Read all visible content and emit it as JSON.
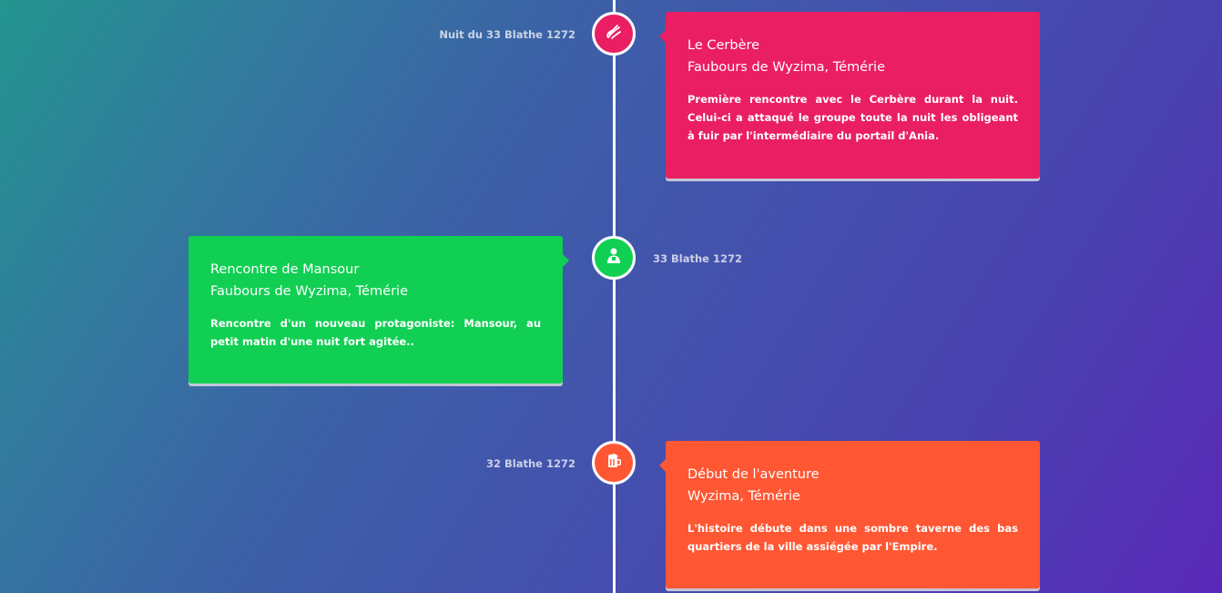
{
  "colors": {
    "pink": "#ea1e62",
    "green": "#11cf53",
    "orange": "#ff5733"
  },
  "events": [
    {
      "date": "Nuit du 33 Blathe 1272",
      "title": "Le Cerbère",
      "place": "Faubours de Wyzima, Témérie",
      "description": "Première rencontre avec le Cerbère durant la nuit. Celui-ci a attaqué le groupe toute la nuit les obligeant à fuir par l'intermédiaire du portail d'Ania.",
      "icon": "claw-icon",
      "color": "#ea1e62"
    },
    {
      "date": "33 Blathe 1272",
      "title": "Rencontre de Mansour",
      "place": "Faubours de Wyzima, Témérie",
      "description": "Rencontre d'un nouveau protagoniste: Mansour, au petit matin d'une nuit fort agitée..",
      "icon": "person-icon",
      "color": "#11cf53"
    },
    {
      "date": "32 Blathe 1272",
      "title": "Début de l'aventure",
      "place": "Wyzima, Témérie",
      "description": "L'histoire débute dans une sombre taverne des bas quartiers de la ville assiégée par l'Empire.",
      "icon": "beer-mug-icon",
      "color": "#ff5733"
    }
  ]
}
